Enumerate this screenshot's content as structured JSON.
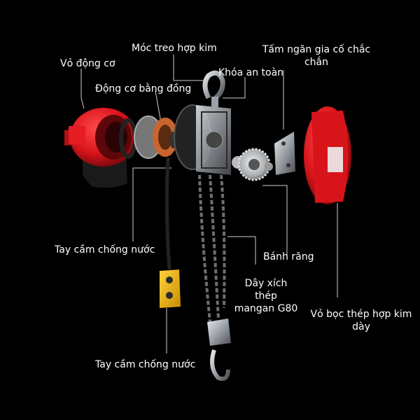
{
  "labels": {
    "motor_housing": "Vỏ động cơ",
    "alloy_hook": "Móc treo hợp kim",
    "reinforced_plate_line1": "Tấm ngăn gia cố chắc",
    "reinforced_plate_line2": "chắn",
    "copper_motor": "Động cơ bằng đồng",
    "safety_latch": "Khóa an toàn",
    "waterproof_handle_top": "Tay cầm chống nước",
    "gear": "Bánh răng",
    "chain_line1": "Dây xích",
    "chain_line2": "thép",
    "chain_line3": "mangan G80",
    "alloy_cover_line1": "Vỏ bọc thép hợp kim",
    "alloy_cover_line2": "dày",
    "waterproof_handle_bottom": "Tay cầm chống nước"
  },
  "colors": {
    "background": "#000000",
    "red_housing": "#d8141b",
    "dark_red": "#8e0c10",
    "steel": "#b8bcc0",
    "dark_steel": "#4a4d52",
    "copper": "#c8652e",
    "pendant_yellow": "#f2b705",
    "leader_line": "#d0d0d0"
  },
  "icons": [
    "motor-housing-part",
    "copper-motor-part",
    "hook-part",
    "chain-part",
    "gear-part",
    "plate-part",
    "cover-part",
    "pendant-part"
  ]
}
